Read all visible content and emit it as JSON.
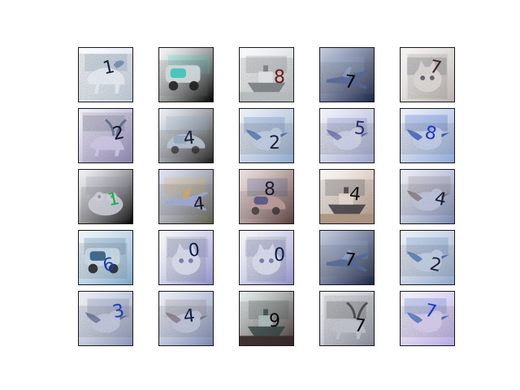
{
  "grid": {
    "rows": 5,
    "cols": 5,
    "tiles": [
      {
        "digit": "1",
        "subject": "horse",
        "bg": "#c9d6e6",
        "fg": "#eef3fb",
        "accent": "#6f8bb0",
        "ink": "#15203a"
      },
      {
        "digit": "",
        "subject": "truck",
        "bg": "#000000",
        "fg": "#dfe6e9",
        "accent": "#37d0c4",
        "ink": "#111111"
      },
      {
        "digit": "8",
        "subject": "ship",
        "bg": "#bfc4c7",
        "fg": "#eceff1",
        "accent": "#6d7478",
        "ink": "#6b1a1a"
      },
      {
        "digit": "7",
        "subject": "plane",
        "bg": "#1b2446",
        "fg": "#5a6f9e",
        "accent": "#9bb2d8",
        "ink": "#0a0a0a"
      },
      {
        "digit": "7",
        "subject": "cat",
        "bg": "#b9b1ad",
        "fg": "#e6e2df",
        "accent": "#4b4d5a",
        "ink": "#3a2020"
      },
      {
        "digit": "2",
        "subject": "deer",
        "bg": "#8e86b9",
        "fg": "#d7d0ee",
        "accent": "#4e5e7c",
        "ink": "#0d0f2b"
      },
      {
        "digit": "4",
        "subject": "car",
        "bg": "#1a1a1a",
        "fg": "#c6d0e1",
        "accent": "#8fa6c4",
        "ink": "#15203a"
      },
      {
        "digit": "2",
        "subject": "bird",
        "bg": "#8fa7c9",
        "fg": "#c8d5ea",
        "accent": "#3a64a8",
        "ink": "#1b1f3b"
      },
      {
        "digit": "5",
        "subject": "bird",
        "bg": "#9aa3c9",
        "fg": "#d6d9ef",
        "accent": "#5b63a9",
        "ink": "#2a2e70"
      },
      {
        "digit": "8",
        "subject": "bird",
        "bg": "#8da7d7",
        "fg": "#c9d6ef",
        "accent": "#1c43b8",
        "ink": "#1f38c7"
      },
      {
        "digit": "1",
        "subject": "frog",
        "bg": "#000000",
        "fg": "#d9d9e6",
        "accent": "#8f8fa6",
        "ink": "#16b04a"
      },
      {
        "digit": "4",
        "subject": "plane",
        "bg": "#5d5c48",
        "fg": "#a7b1e0",
        "accent": "#e4b24a",
        "ink": "#1b1b2b"
      },
      {
        "digit": "8",
        "subject": "car",
        "bg": "#5a3d3a",
        "fg": "#c7a6a3",
        "accent": "#2f3f86",
        "ink": "#1b1b2b"
      },
      {
        "digit": "4",
        "subject": "ship",
        "bg": "#b79a86",
        "fg": "#efe4dc",
        "accent": "#2b2b35",
        "ink": "#111111"
      },
      {
        "digit": "4",
        "subject": "bird",
        "bg": "#7a88b0",
        "fg": "#c6cde3",
        "accent": "#7d6a72",
        "ink": "#15203a"
      },
      {
        "digit": "6",
        "subject": "truck",
        "bg": "#7fa7c8",
        "fg": "#cfe3f1",
        "accent": "#2f5c86",
        "ink": "#1b3bb0"
      },
      {
        "digit": "0",
        "subject": "cat",
        "bg": "#8f8fc9",
        "fg": "#e3e6f4",
        "accent": "#6b6fa9",
        "ink": "#0f1f4a"
      },
      {
        "digit": "0",
        "subject": "cat",
        "bg": "#8f8fc9",
        "fg": "#e3e6f4",
        "accent": "#6b6fa9",
        "ink": "#0f1f4a"
      },
      {
        "digit": "7",
        "subject": "plane",
        "bg": "#1b2446",
        "fg": "#5a6f9e",
        "accent": "#9bb2d8",
        "ink": "#0a0a0a"
      },
      {
        "digit": "2",
        "subject": "bird",
        "bg": "#8fa7c9",
        "fg": "#c8d5ea",
        "accent": "#3a64a8",
        "ink": "#1b1f3b"
      },
      {
        "digit": "3",
        "subject": "bird",
        "bg": "#8a95b8",
        "fg": "#c9cfe4",
        "accent": "#59648e",
        "ink": "#1f3bb5"
      },
      {
        "digit": "4",
        "subject": "bird",
        "bg": "#7a88b0",
        "fg": "#c6cde3",
        "accent": "#7d6a72",
        "ink": "#15203a"
      },
      {
        "digit": "9",
        "subject": "ship",
        "bg": "#3a2a2a",
        "fg": "#b7c8c6",
        "accent": "#2c3f3d",
        "ink": "#0a0a0a"
      },
      {
        "digit": "7",
        "subject": "deer",
        "bg": "#8e93a0",
        "fg": "#c9cdd6",
        "accent": "#2f2e33",
        "ink": "#0a0a0a"
      },
      {
        "digit": "7",
        "subject": "bird",
        "bg": "#b7a9e3",
        "fg": "#dcd4f3",
        "accent": "#2f5fb8",
        "ink": "#2335c7"
      }
    ]
  }
}
